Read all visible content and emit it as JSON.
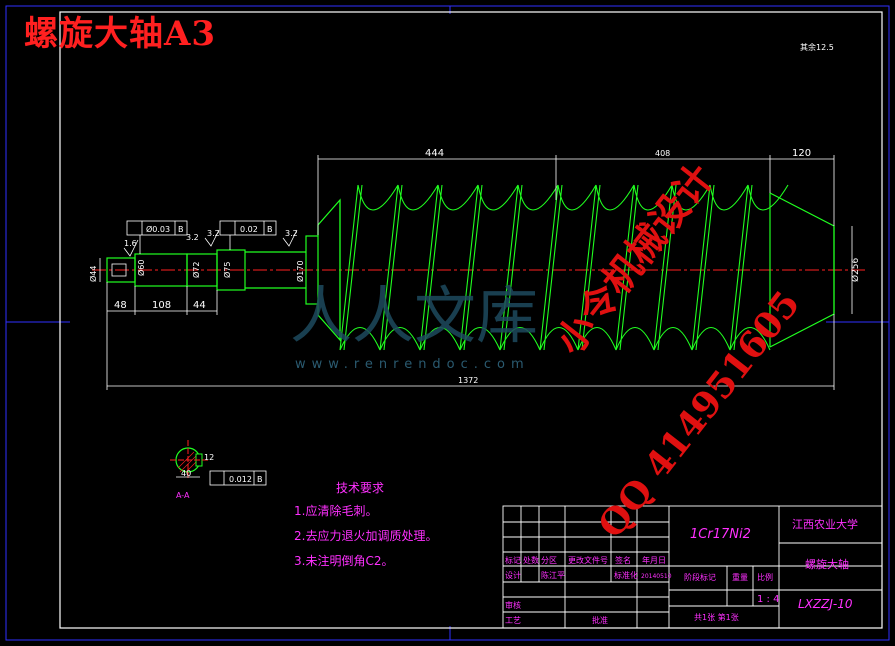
{
  "title": "螺旋大轴A3",
  "roughness_note": "其余12.5",
  "dimensions": {
    "d444": "444",
    "d408": "408",
    "d120": "120",
    "d1372": "1372",
    "d48": "48",
    "d108": "108",
    "d44": "44",
    "phi256": "Ø256",
    "phi170": "Ø170",
    "phi75": "Ø75",
    "phi72": "Ø72",
    "phi60": "Ø60",
    "phi_left": "Ø44",
    "d40": "40",
    "d12": "12"
  },
  "tolerance_frames": {
    "f1_value": "Ø0.03",
    "f1_datum": "B",
    "f2_value": "0.02",
    "f2_datum": "B",
    "f3_value": "0.012",
    "f3_datum": "B"
  },
  "roughness_marks": [
    "1.6",
    "3.2",
    "3.2",
    "3.2"
  ],
  "section_label": "A-A",
  "tech_requirements": {
    "heading": "技术要求",
    "items": [
      "1.应清除毛刺。",
      "2.去应力退火加调质处理。",
      "3.未注明倒角C2。"
    ]
  },
  "title_block": {
    "material": "1Cr17Ni2",
    "university": "江西农业大学",
    "part_name": "螺旋大轴",
    "drawing_no": "LXZZJ-10",
    "row_labels": [
      "标记",
      "处数",
      "分区",
      "更改文件号",
      "签名",
      "年月日"
    ],
    "design_label": "设计",
    "designer": "陈江平",
    "standard_label": "标准化",
    "date": "20140510",
    "stage_label": "阶段标记",
    "weight_label": "重量",
    "scale_label": "比例",
    "scale": "1 : 4",
    "review_label": "审核",
    "process_label": "工艺",
    "approve_label": "批准",
    "sheets": "共1张 第1张"
  },
  "watermarks": {
    "cn": "人人文库",
    "url": "www.renrendoc.com",
    "red1": "小令机械设计",
    "red2": "QQ 414951605"
  },
  "colors": {
    "border": "#ffffff",
    "outline": "#20ff20",
    "dimension": "#ffffff",
    "centerline": "#ff2020",
    "text_magenta": "#ff30ff",
    "blue_border": "#3030ff",
    "title_red": "#ff2020"
  }
}
